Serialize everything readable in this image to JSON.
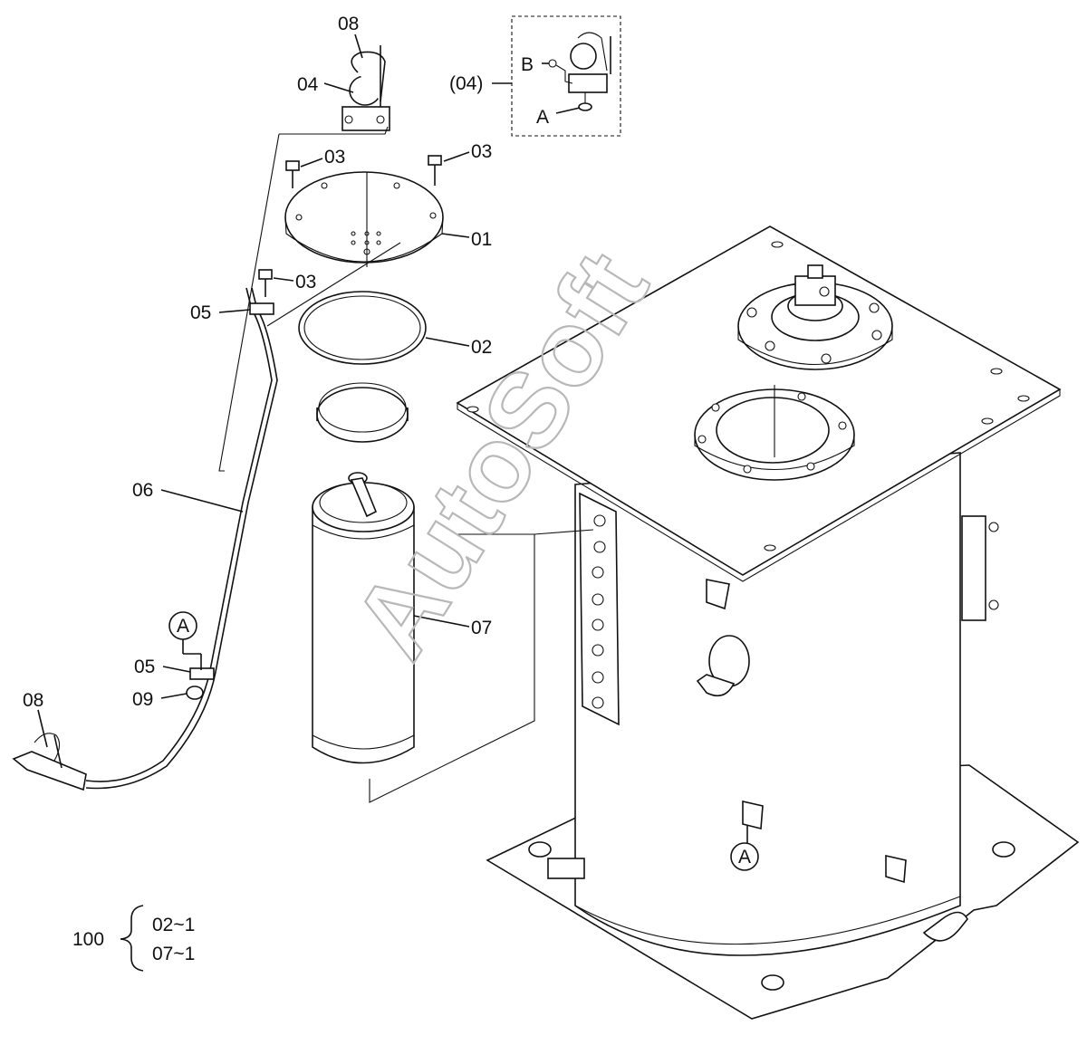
{
  "watermark": "AutoSoft",
  "detail_ref": "(04)",
  "labels": {
    "p08_top": "08",
    "p04": "04",
    "p03_left": "03",
    "p03_right": "03",
    "p01": "01",
    "p03_mid": "03",
    "p05_top": "05",
    "p02": "02",
    "p06": "06",
    "p07": "07",
    "p05_bottom": "05",
    "p09": "09",
    "p08_bottom": "08",
    "detail_b": "B",
    "detail_a": "A",
    "callout_a_left": "A",
    "callout_a_tank": "A"
  },
  "kit": {
    "number": "100",
    "items": [
      "02~1",
      "07~1"
    ]
  }
}
